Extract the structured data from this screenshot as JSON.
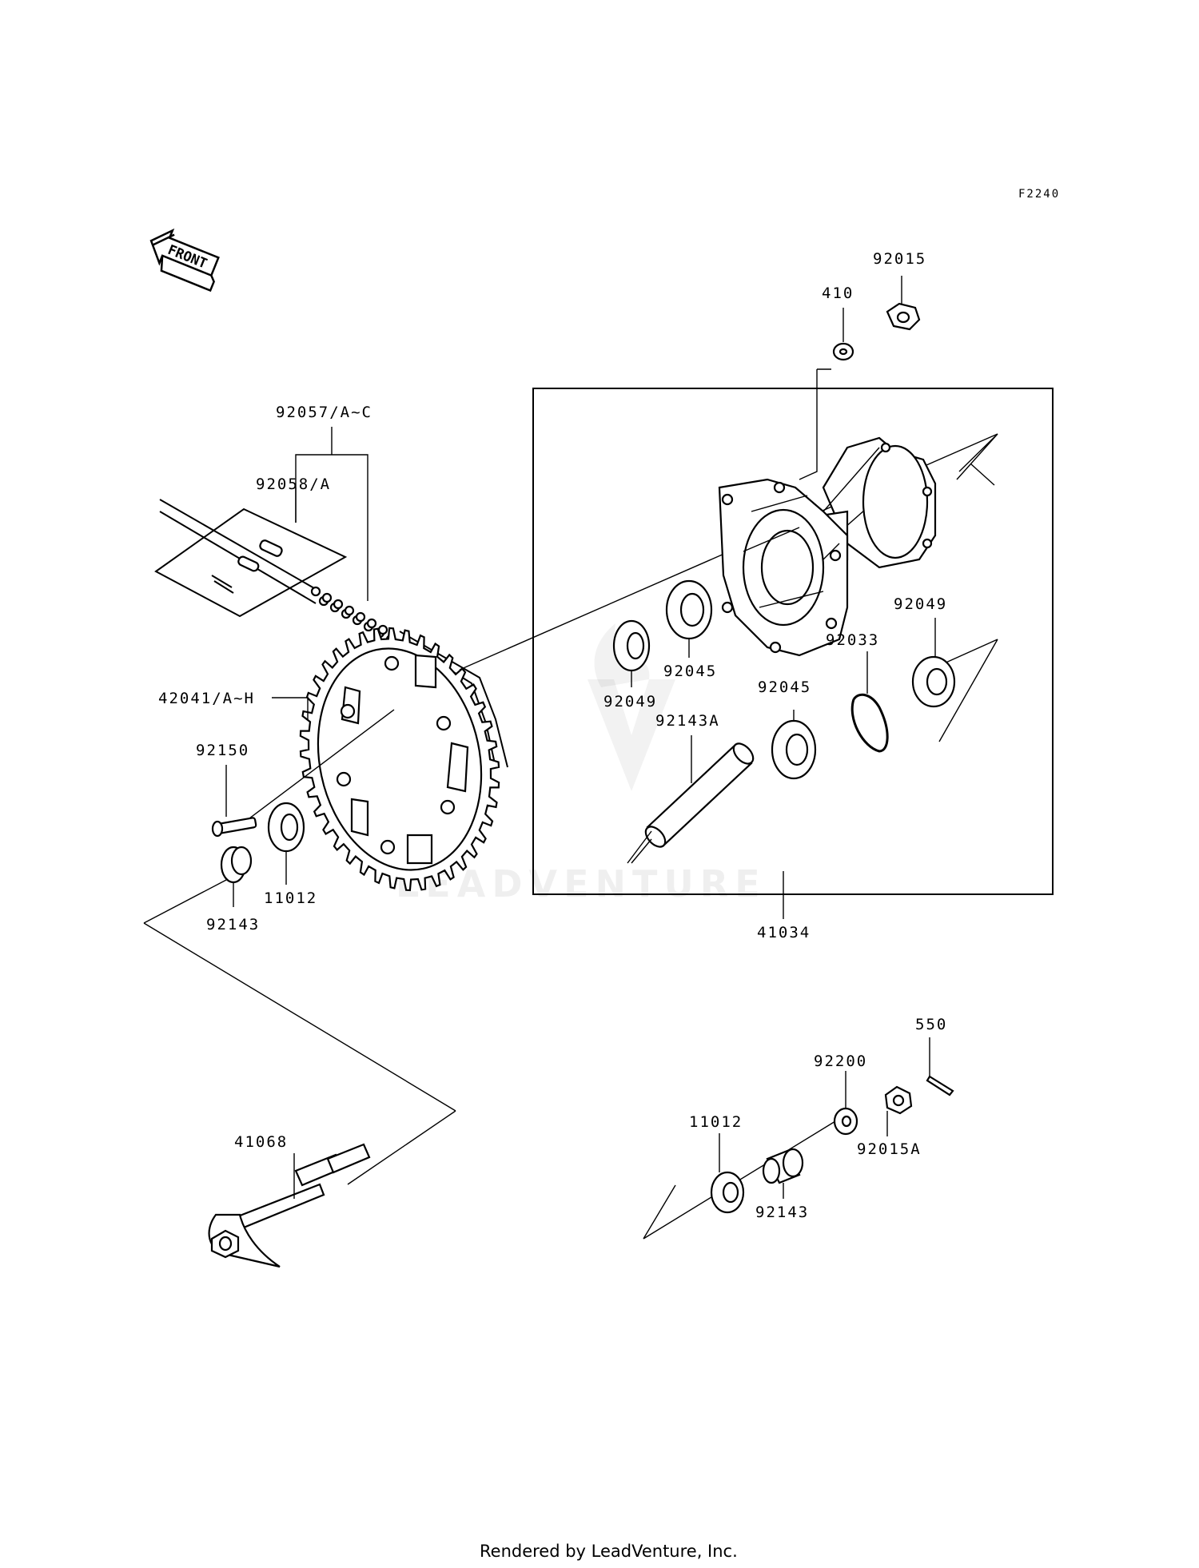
{
  "figure_code": "F2240",
  "front_label": "FRONT",
  "credit": "Rendered by LeadVenture, Inc.",
  "watermark": "LEADVENTURE",
  "parts": [
    {
      "id": "p92015",
      "text": "92015"
    },
    {
      "id": "p410",
      "text": "410"
    },
    {
      "id": "p92057",
      "text": "92057/A~C"
    },
    {
      "id": "p92058",
      "text": "92058/A"
    },
    {
      "id": "p42041",
      "text": "42041/A~H"
    },
    {
      "id": "p92150",
      "text": "92150"
    },
    {
      "id": "p11012a",
      "text": "11012"
    },
    {
      "id": "p92143a",
      "text": "92143"
    },
    {
      "id": "p92049a",
      "text": "92049"
    },
    {
      "id": "p92045a",
      "text": "92045"
    },
    {
      "id": "p92045b",
      "text": "92045"
    },
    {
      "id": "p92143A",
      "text": "92143A"
    },
    {
      "id": "p92033",
      "text": "92033"
    },
    {
      "id": "p92049b",
      "text": "92049"
    },
    {
      "id": "p41034",
      "text": "41034"
    },
    {
      "id": "p550",
      "text": "550"
    },
    {
      "id": "p92200",
      "text": "92200"
    },
    {
      "id": "p92015A",
      "text": "92015A"
    },
    {
      "id": "p11012b",
      "text": "11012"
    },
    {
      "id": "p92143b",
      "text": "92143"
    },
    {
      "id": "p41068",
      "text": "41068"
    }
  ]
}
